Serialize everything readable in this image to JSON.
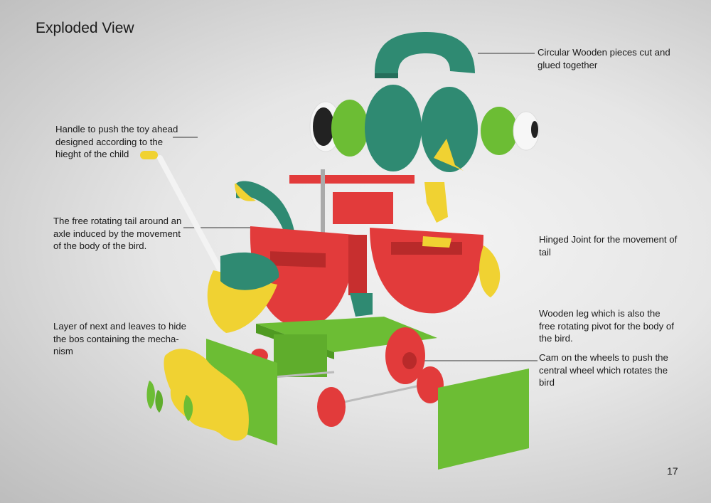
{
  "page": {
    "title": "Exploded View",
    "page_number": "17"
  },
  "annotations": {
    "circular_pieces": "Circular Wooden pieces cut and glued together",
    "handle": "Handle to push the toy ahead designed according to the hieght of the child",
    "tail_axle": "The free rotating tail around an axle induced by the movement of the body of the bird.",
    "hinged_joint": "Hinged Joint for the movement of tail",
    "wooden_leg": "Wooden leg which is also the free rotating pivot for the body of the bird.",
    "leaves_layer": "Layer of next and leaves to hide the bos containing the mecha-nism",
    "cam": "Cam on the wheels to push the central wheel which rotates the bird"
  },
  "colors": {
    "teal": "#2f8a72",
    "red": "#e23b3b",
    "green": "#6cbd34",
    "yellow": "#f0d232"
  }
}
